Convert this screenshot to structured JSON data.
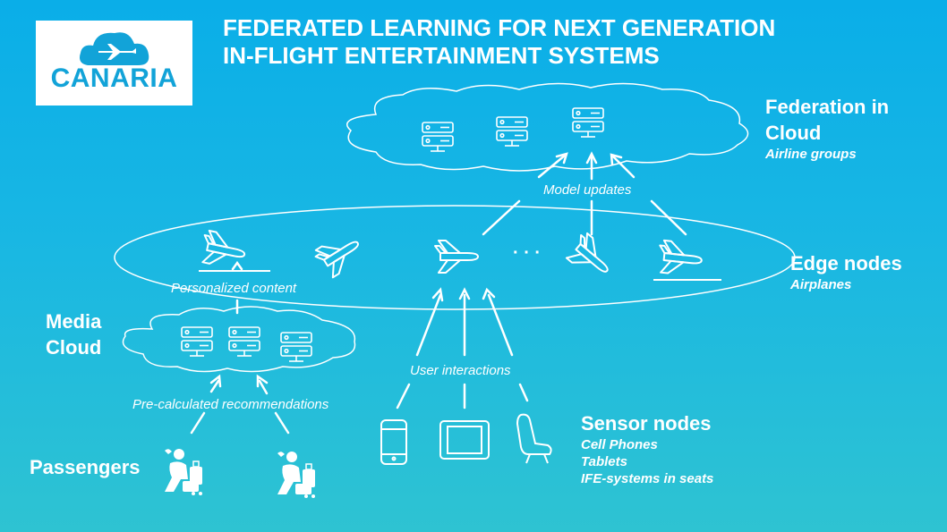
{
  "logo": {
    "text": "CANARIA"
  },
  "title": {
    "line1": "FEDERATED LEARNING FOR NEXT GENERATION",
    "line2": "IN-FLIGHT ENTERTAINMENT SYSTEMS"
  },
  "federation": {
    "title_line1": "Federation in",
    "title_line2": "Cloud",
    "subtitle": "Airline groups"
  },
  "edge": {
    "title": "Edge nodes",
    "subtitle": "Airplanes"
  },
  "media": {
    "title_line1": "Media",
    "title_line2": "Cloud"
  },
  "passengers": {
    "title": "Passengers"
  },
  "sensor": {
    "title": "Sensor nodes",
    "items": [
      "Cell Phones",
      "Tablets",
      "IFE-systems  in seats"
    ]
  },
  "flows": {
    "model_updates": "Model updates",
    "personalized_content": "Personalized content",
    "user_interactions": "User interactions",
    "recommendations": "Pre-calculated recommendations"
  },
  "ellipsis": "· · ·"
}
